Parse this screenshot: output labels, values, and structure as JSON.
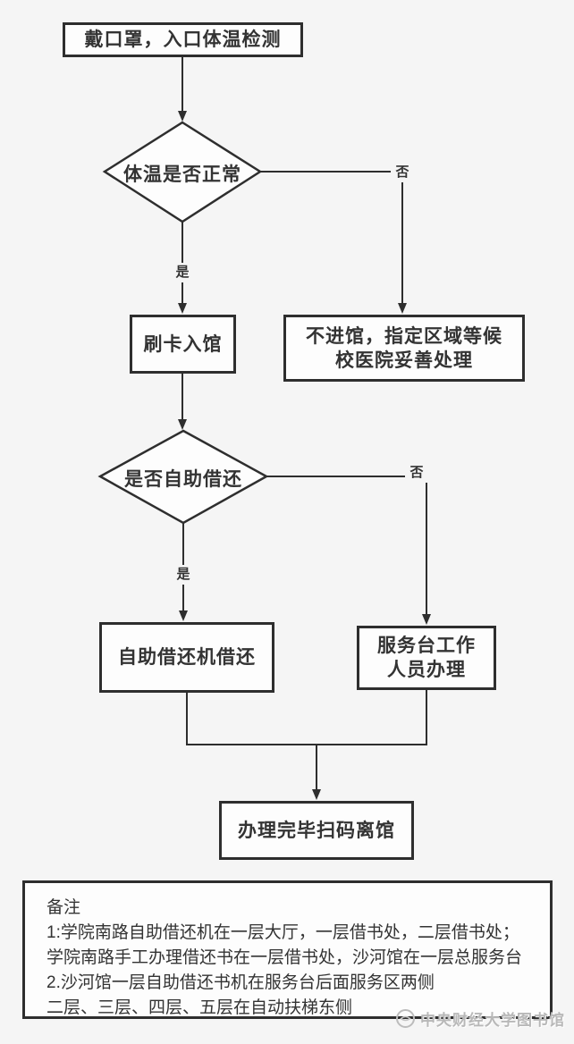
{
  "flowchart": {
    "start": {
      "label": "戴口罩，入口体温检测"
    },
    "decision_temperature": {
      "label": "体温是否正常",
      "yes": "是",
      "no": "否"
    },
    "no_entry": {
      "lines": [
        "不进馆，指定区域等候",
        "校医院妥善处理"
      ]
    },
    "swipe_card": {
      "label": "刷卡入馆"
    },
    "decision_self_service": {
      "label": "是否自助借还",
      "yes": "是",
      "no": "否"
    },
    "self_service_machine": {
      "label": "自助借还机借还"
    },
    "service_desk": {
      "lines": [
        "服务台工作",
        "人员办理"
      ]
    },
    "finish": {
      "label": "办理完毕扫码离馆"
    }
  },
  "notes": {
    "title": "备注",
    "lines": [
      "1:学院南路自助借还机在一层大厅，一层借书处，二层借书处；",
      "学院南路手工办理借还书在一层借书处，沙河馆在一层总服务台",
      "2.沙河馆一层自助借还书机在服务台后面服务区两侧",
      "二层、三层、四层、五层在自动扶梯东侧"
    ]
  },
  "watermark": {
    "text": "中央财经大学图书馆"
  },
  "colors": {
    "background": "#f5f5f5",
    "node_fill": "#fdfdfd",
    "stroke": "#2e2e2e",
    "text": "#333333",
    "watermark": "#b8b8b8"
  }
}
